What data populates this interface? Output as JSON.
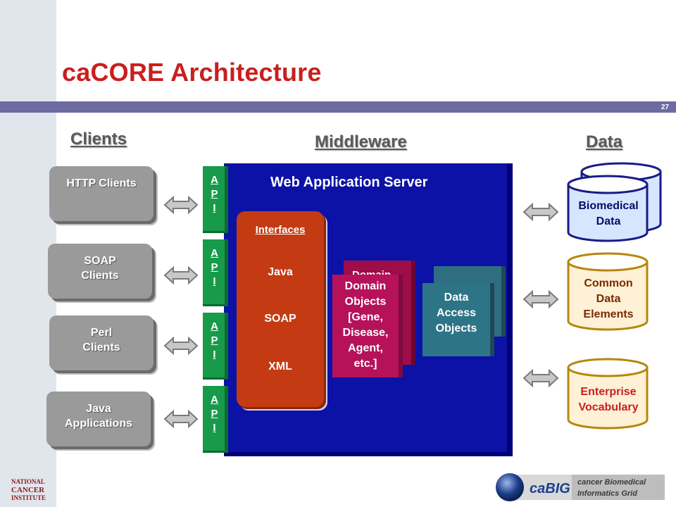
{
  "slide": {
    "title": "caCORE Architecture",
    "page_number": "27"
  },
  "sections": {
    "clients": "Clients",
    "middleware": "Middleware",
    "data": "Data"
  },
  "clients": [
    {
      "line1": "HTTP Clients",
      "line2": ""
    },
    {
      "line1": "SOAP",
      "line2": "Clients"
    },
    {
      "line1": "Perl",
      "line2": "Clients"
    },
    {
      "line1": "Java",
      "line2": "Applications"
    }
  ],
  "api": {
    "l1": "A",
    "l2": "P",
    "l3": "I"
  },
  "server": {
    "title": "Web Application Server",
    "interfaces": {
      "title": "Interfaces",
      "items": [
        "Java",
        "SOAP",
        "XML"
      ]
    },
    "domain_back_partial": "Domain",
    "domain_objects": [
      "Domain",
      "Objects",
      "[Gene,",
      "Disease,",
      "Agent,",
      "etc.]"
    ],
    "data_access": [
      "Data",
      "Access",
      "Objects"
    ]
  },
  "data_stores": [
    {
      "lines": [
        "Biomedical",
        "Data"
      ]
    },
    {
      "lines": [
        "Common",
        "Data",
        "Elements"
      ]
    },
    {
      "lines": [
        "Enterprise",
        "Vocabulary"
      ]
    }
  ],
  "footer": {
    "nci_logo_text": "NATIONAL CANCER INSTITUTE",
    "cabig_text": "caBIG",
    "cabig_line1": "cancer Biomedical",
    "cabig_line2": "Informatics Grid"
  },
  "colors": {
    "title": "#c8201f",
    "server": "#0c12a5",
    "interfaces": "#c43a12",
    "domain": "#b5125a",
    "dao": "#2d7586",
    "api": "#179a49"
  }
}
